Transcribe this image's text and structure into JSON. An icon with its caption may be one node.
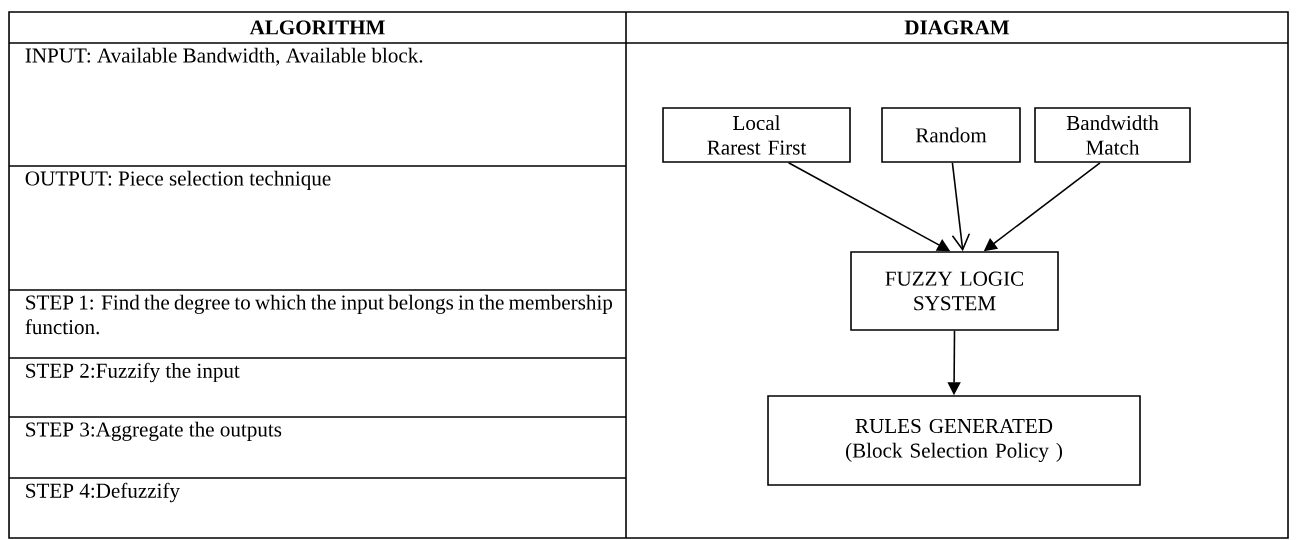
{
  "diagram": {
    "nodes": [
      {
        "text": [
          "Local Rarest First"
        ]
      },
      {
        "text": [
          "Random"
        ]
      },
      {
        "text": [
          "Bandwidth Match"
        ]
      },
      {
        "text": [
          "FUZZY LOGIC SYSTEM"
        ]
      },
      {
        "text": [
          "RULES GENERATED (Block Selection Policy )"
        ]
      }
    ],
    "edges": [
      {
        "from": 0,
        "to": 3,
        "arrow": "to"
      },
      {
        "from": 1,
        "to": 3,
        "arrow": "to"
      },
      {
        "from": 2,
        "to": 3,
        "arrow": "to"
      },
      {
        "from": 3,
        "to": 4,
        "arrow": "to"
      }
    ],
    "labels": [
      "ALGORITHM",
      "DIAGRAM",
      "INPUT: Available Bandwidth, Available block.",
      "OUTPUT: Piece selection technique",
      "STEP 1: Find the degree to which the input belongs in the membership function.",
      "STEP 2:Fuzzify the input",
      "STEP 3:Aggregate the outputs",
      "STEP 4:Defuzzify"
    ]
  }
}
